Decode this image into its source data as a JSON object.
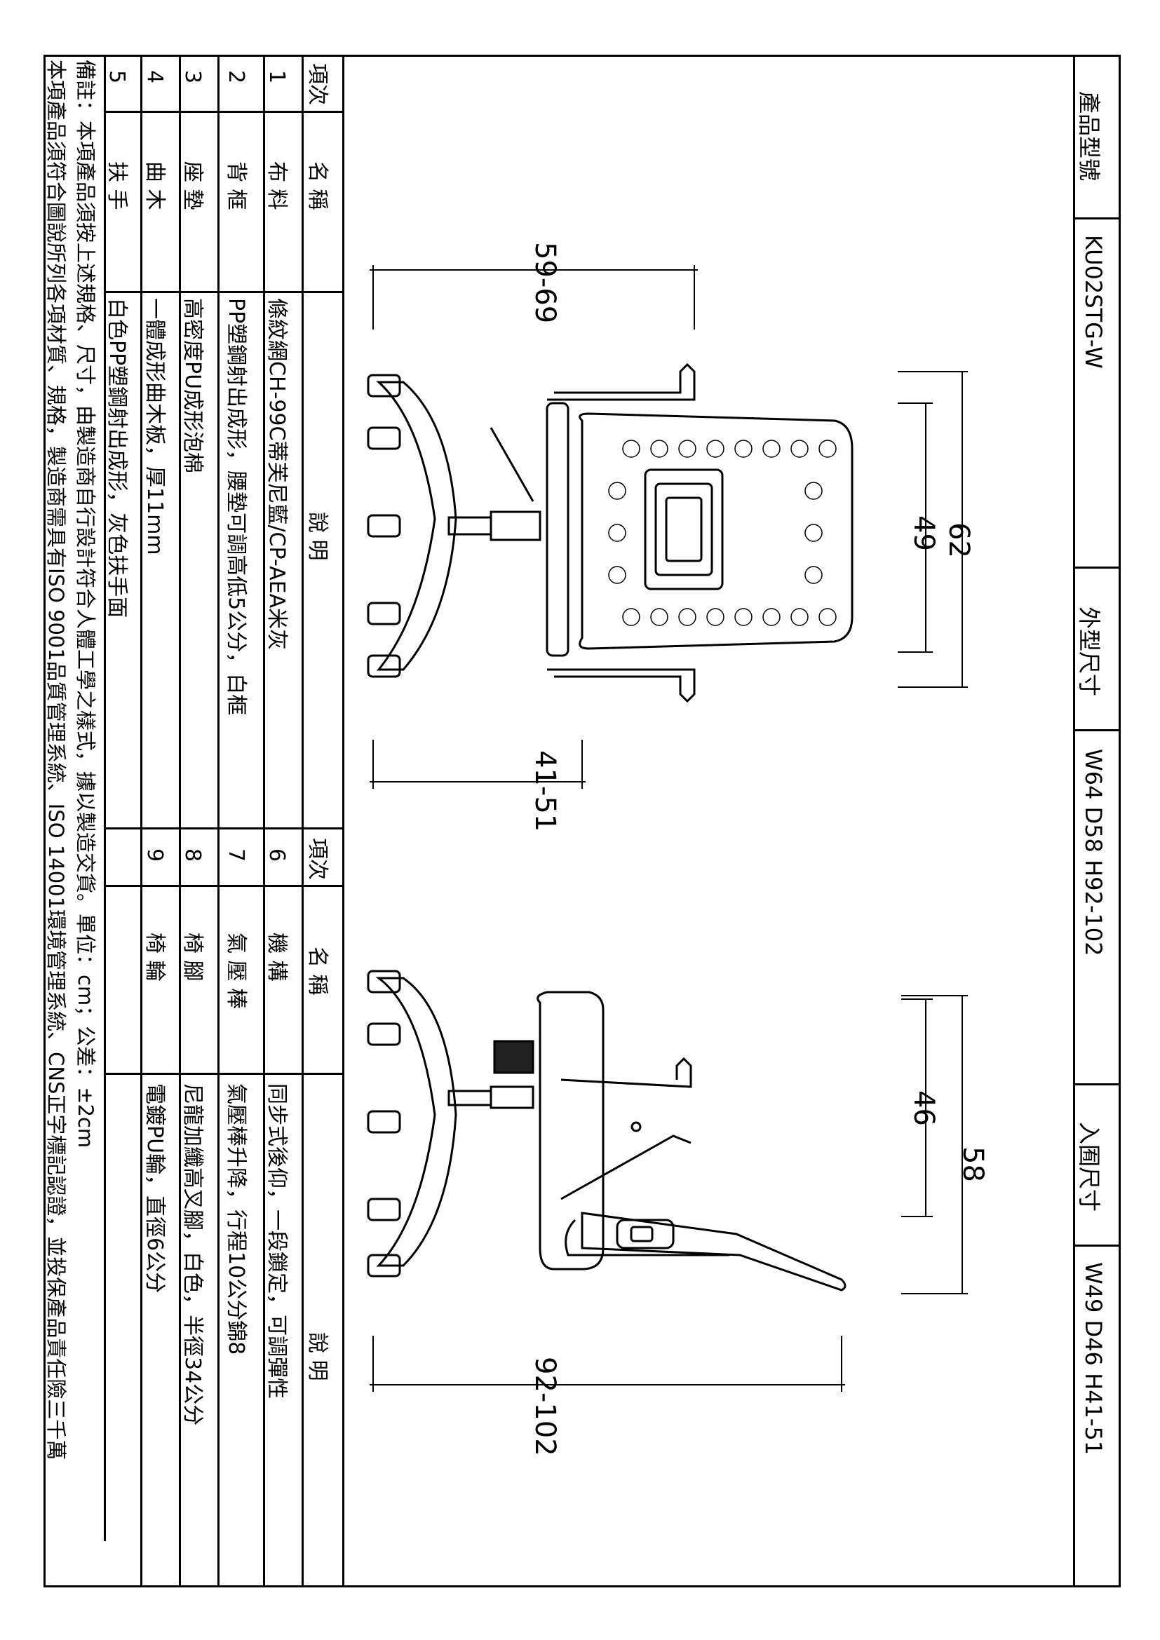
{
  "header": {
    "model_label": "產品型號",
    "model_value": "KU02STG-W",
    "outer_size_label": "外型尺寸",
    "outer_size_value": "W64 D58 H92-102",
    "seat_size_label": "入囿尺寸",
    "seat_size_value": "W49 D46 H41-51"
  },
  "table_headers": {
    "item": "項次",
    "name": "名 稱",
    "desc": "說 明"
  },
  "items_left": [
    {
      "no": "1",
      "name": "布 料",
      "desc": "條紋網CH-99C蒂芙尼藍/CP-AEA米灰"
    },
    {
      "no": "2",
      "name": "背 框",
      "desc": "PP塑鋼射出成形，腰墊可調高低5公分，白框"
    },
    {
      "no": "3",
      "name": "座 墊",
      "desc": "高密度PU成形泡棉"
    },
    {
      "no": "4",
      "name": "曲 木",
      "desc": "一體成形曲木板，厚11mm"
    },
    {
      "no": "5",
      "name": "扶 手",
      "desc": "白色PP塑鋼射出成形，灰色扶手面"
    }
  ],
  "items_right": [
    {
      "no": "6",
      "name": "機 構",
      "desc": "同步式後仰，一段鎖定，可調彈性"
    },
    {
      "no": "7",
      "name": "氣 壓 棒",
      "desc": "氣壓棒升降，行程10公分錦8"
    },
    {
      "no": "8",
      "name": "椅 腳",
      "desc": "尼龍加纖高叉腳，白色，半徑34公分"
    },
    {
      "no": "9",
      "name": "椅 輪",
      "desc": "電鍍PU輪，直徑6公分"
    },
    {
      "no": "",
      "name": "",
      "desc": ""
    }
  ],
  "notes": {
    "line1": "備註：本項產品須按上述規格、尺寸，由製造商自行設計符合人體工學之樣式，據以製造交貨。單位：cm；公差：±2cm",
    "line2": "本項產品須符合圖說所列各項材質、規格，製造商需具有ISO 9001品質管理系統、ISO 14001環境管理系統、CNS正字標記認證，並投保產品責任險三千萬"
  },
  "dimensions": {
    "front_width": "59-69",
    "front_height_total": "62",
    "front_height_back": "49",
    "front_seat_height": "41-51",
    "side_height_total": "58",
    "side_depth": "46",
    "side_total_height": "92-102"
  }
}
